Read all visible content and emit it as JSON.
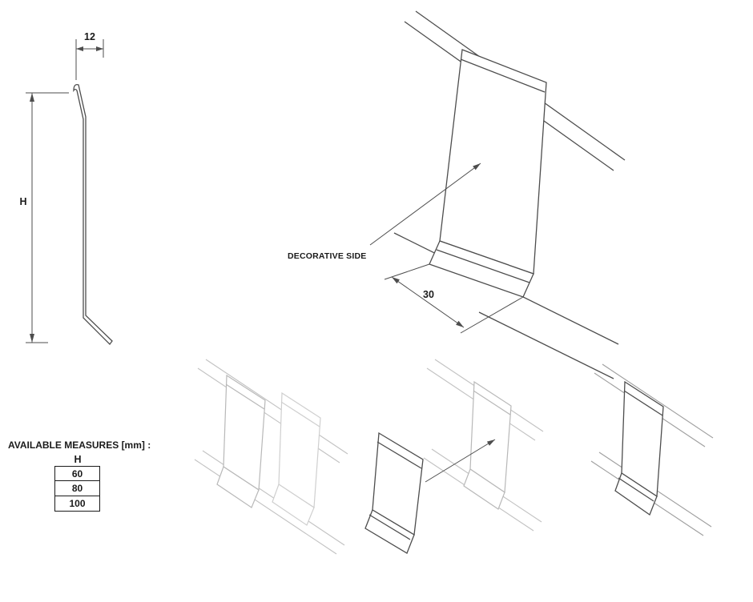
{
  "cross_section": {
    "width_dim_label": "12",
    "height_dim_label": "H"
  },
  "isometric": {
    "decorative_side_label": "DECORATIVE SIDE",
    "foot_depth_label": "30"
  },
  "available_measures": {
    "title": "AVAILABLE MEASURES [mm] :",
    "column_header": "H",
    "rows": [
      "60",
      "80",
      "100"
    ]
  }
}
